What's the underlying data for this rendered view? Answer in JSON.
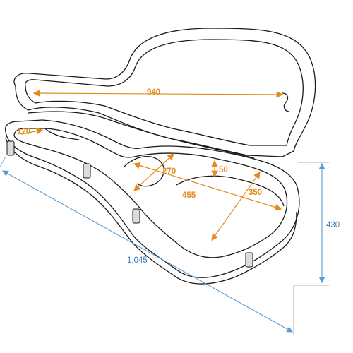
{
  "diagram": {
    "colors": {
      "inner_dimension": "#e48a1a",
      "outer_dimension": "#5b9bd0",
      "outline": "#1a1a1a"
    },
    "inner_dimensions": {
      "length": "940",
      "neck_width": "120",
      "upper_bout": "270",
      "depth": "50",
      "body_length": "455",
      "lower_bout": "350"
    },
    "outer_dimensions": {
      "length": "1,045",
      "height": "430"
    }
  }
}
